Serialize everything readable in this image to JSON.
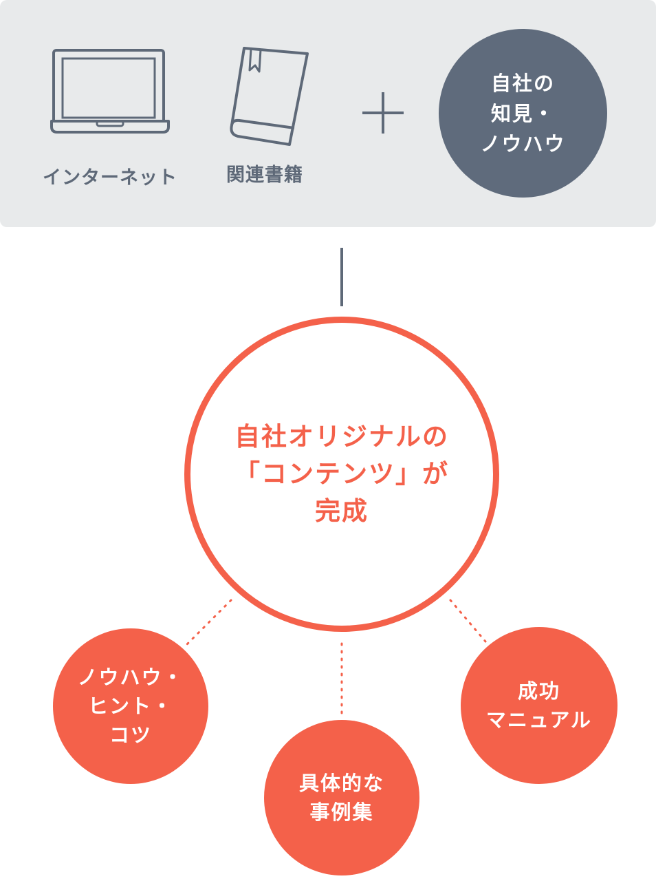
{
  "sources": [
    {
      "label": "インターネット",
      "icon": "laptop-icon"
    },
    {
      "label": "関連書籍",
      "icon": "book-icon"
    }
  ],
  "plus_icon": "plus-icon",
  "knowhow": {
    "lines": [
      "自社の",
      "知見・",
      "ノウハウ"
    ]
  },
  "result": {
    "lines": [
      "自社オリジナルの",
      "「コンテンツ」が",
      "完成"
    ]
  },
  "outputs": [
    {
      "lines": [
        "ノウハウ・",
        "ヒント・",
        "コツ"
      ]
    },
    {
      "lines": [
        "具体的な",
        "事例集"
      ]
    },
    {
      "lines": [
        "成功",
        "マニュアル"
      ]
    }
  ],
  "colors": {
    "panel": "#e8eaeb",
    "gray": "#5e6978",
    "dark_circle": "#5f6b7c",
    "accent": "#f4614a"
  }
}
